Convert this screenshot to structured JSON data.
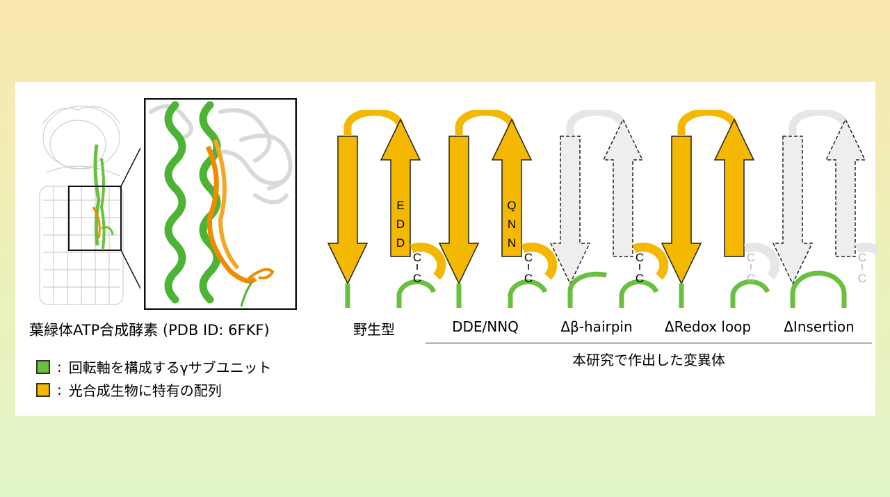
{
  "structure": {
    "caption": "葉緑体ATP合成酵素 (PDB ID: 6FKF)"
  },
  "legend": {
    "items": [
      {
        "color": "#6abf3f",
        "label": "回転軸を構成するγサブユニット"
      },
      {
        "color": "#f5b800",
        "label": "光合成生物に特有の配列"
      }
    ]
  },
  "variants": [
    {
      "label": "野生型",
      "residues": [
        "E",
        "D",
        "D"
      ],
      "style": "full"
    },
    {
      "label": "DDE/NNQ",
      "residues": [
        "Q",
        "N",
        "N"
      ],
      "style": "full"
    },
    {
      "label": "Δβ-hairpin",
      "residues": [],
      "style": "no-hairpin"
    },
    {
      "label": "ΔRedox loop",
      "residues": [],
      "style": "no-redox"
    },
    {
      "label": "ΔInsertion",
      "residues": [],
      "style": "no-insertion"
    }
  ],
  "disulfide": {
    "top": "C",
    "bottom": "C"
  },
  "group_label": "本研究で作出した変異体",
  "colors": {
    "orange": "#f5b800",
    "green": "#6abf3f",
    "grey": "#e6e6e6"
  }
}
